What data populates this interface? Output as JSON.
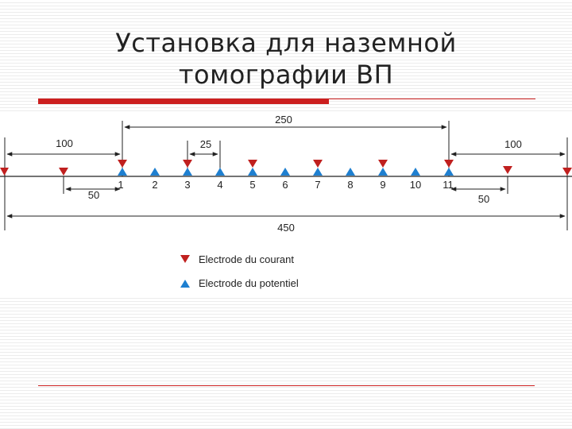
{
  "title": {
    "line1": "Установка для наземной",
    "line2": "томографии ВП"
  },
  "diagram": {
    "dimensions": {
      "top_span": "250",
      "left_offset": "100",
      "spacing": "25",
      "right_offset": "100",
      "left_inner": "50",
      "right_inner": "50",
      "total": "450"
    },
    "potential_labels": [
      "1",
      "2",
      "3",
      "4",
      "5",
      "6",
      "7",
      "8",
      "9",
      "10",
      "11"
    ],
    "legend": {
      "current": "Electrode du courant",
      "potential": "Electrode du potentiel"
    },
    "colors": {
      "current": "#c0201f",
      "potential": "#1e7fd0"
    }
  }
}
